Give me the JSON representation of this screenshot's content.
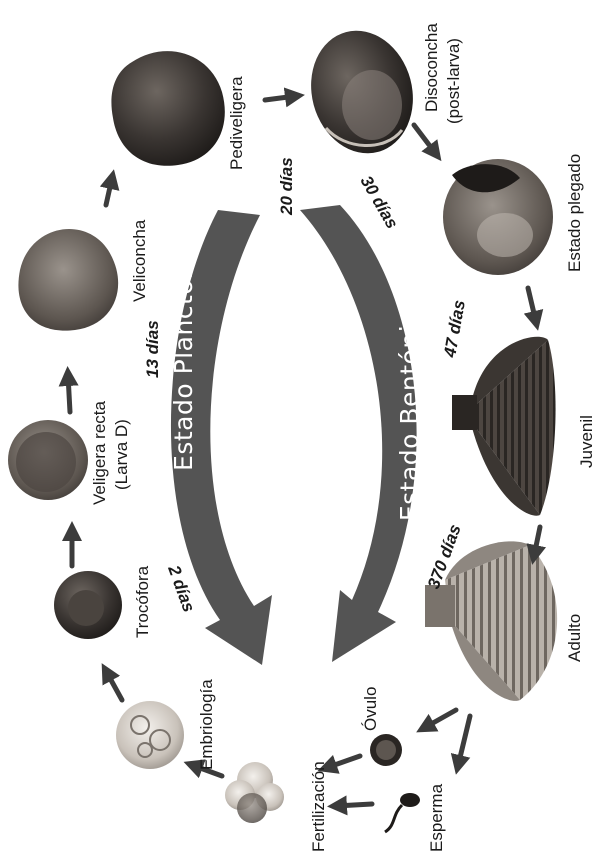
{
  "stages": {
    "pediveligera": "Pediveligera",
    "disoconcha_line1": "Disoconcha",
    "disoconcha_line2": "(post-larva)",
    "estado_plegado": "Estado plegado",
    "juvenil": "Juvenil",
    "adulto": "Adulto",
    "ovulo": "Óvulo",
    "esperma": "Esperma",
    "fertilizacion": "Fertilización",
    "embriologia": "Embriología",
    "trocofora": "Trocófora",
    "veligera_line1": "Veligera recta",
    "veligera_line2": "(Larva D)",
    "veliconcha": "Veliconcha"
  },
  "durations": {
    "d20": "20 días",
    "d30": "30 días",
    "d47": "47 días",
    "d370": "370 días",
    "d13": "13 días",
    "d2": "2 días"
  },
  "bands": {
    "planktonic": "Estado Planctónico",
    "benthic": "Estado Bentónico"
  },
  "colors": {
    "band": "#545454",
    "arrow": "#3c3c3c",
    "shell_dark": "#2e2a28",
    "shell_mid": "#6a625c",
    "shell_light": "#bdb6ae"
  }
}
